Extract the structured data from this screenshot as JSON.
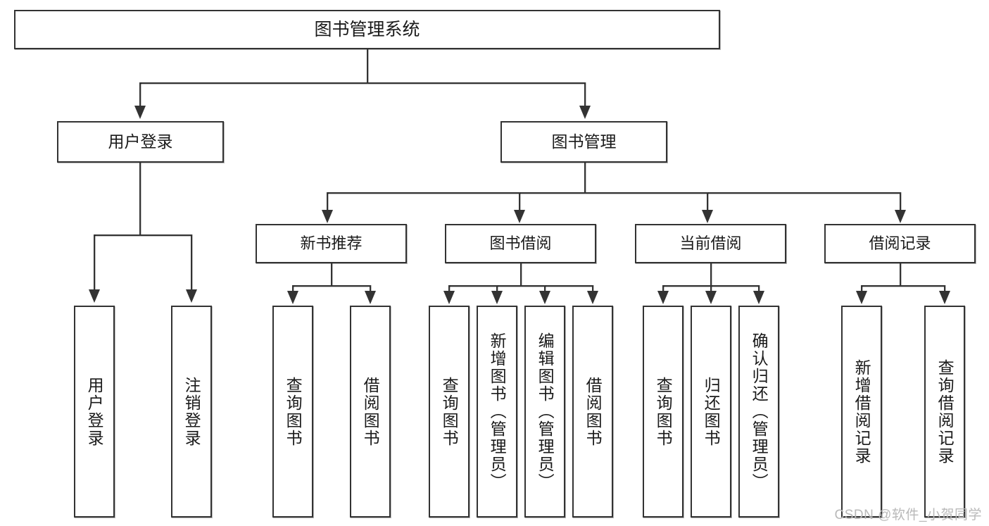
{
  "diagram": {
    "type": "tree",
    "title": "图书管理系统",
    "colors": {
      "box_border": "#333333",
      "box_fill": "#ffffff",
      "line": "#333333",
      "text": "#1a1a1a",
      "watermark": "#b9b9b9"
    },
    "root": {
      "label": "图书管理系统"
    },
    "level2": [
      {
        "label": "用户登录"
      },
      {
        "label": "图书管理"
      }
    ],
    "level3": [
      {
        "label": "新书推荐"
      },
      {
        "label": "图书借阅"
      },
      {
        "label": "当前借阅"
      },
      {
        "label": "借阅记录"
      }
    ],
    "leaves": {
      "user_login": [
        {
          "label": "用户登录"
        },
        {
          "label": "注销登录"
        }
      ],
      "new_book_recommend": [
        {
          "label": "查询图书"
        },
        {
          "label": "借阅图书"
        }
      ],
      "book_borrow": [
        {
          "label": "查询图书"
        },
        {
          "label": "新增图书（管理员）"
        },
        {
          "label": "编辑图书（管理员）"
        },
        {
          "label": "借阅图书"
        }
      ],
      "current_borrow": [
        {
          "label": "查询图书"
        },
        {
          "label": "归还图书"
        },
        {
          "label": "确认归还（管理员）"
        }
      ],
      "borrow_record": [
        {
          "label": "新增借阅记录"
        },
        {
          "label": "查询借阅记录"
        }
      ]
    }
  },
  "watermark": {
    "text": "CSDN @软件_小贺同学"
  }
}
